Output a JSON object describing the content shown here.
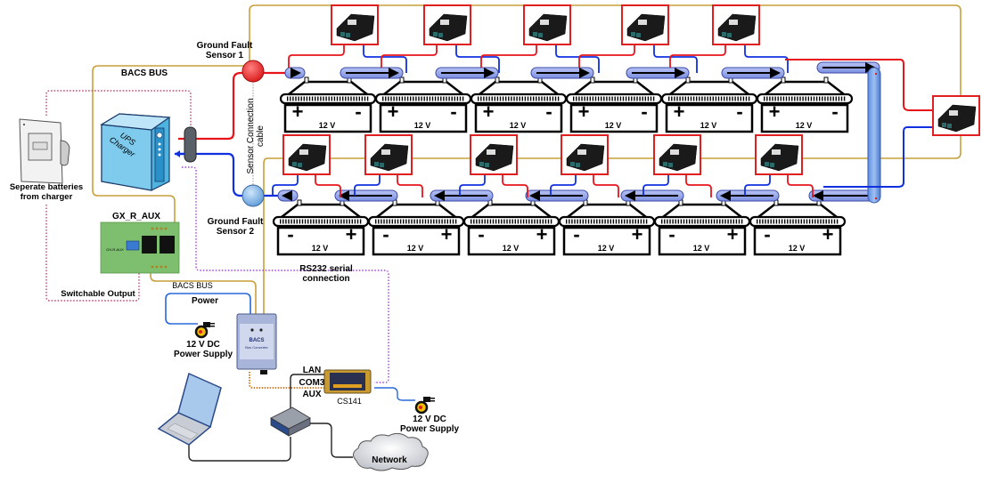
{
  "labels": {
    "gf_sensor_1": "Ground Fault\nSensor 1",
    "gf_sensor_2": "Ground Fault\nSensor 2",
    "bacs_bus_top": "BACS BUS",
    "bacs_bus_bottom": "BACS BUS",
    "sensor_connection_cable": "Sensor Connection\ncable",
    "ups_charger": "UPS\nCharger",
    "separate_batteries": "Seperate batteries\nfrom charger",
    "gx_r_aux": "GX_R_AUX",
    "gx_r_aux_board": "GX-R-AUX",
    "switchable_output": "Switchable Output",
    "power": "Power",
    "power_supply_1": "12 V DC\nPower Supply",
    "power_supply_2": "12 V DC\nPower Supply",
    "bacs_converter": "BACS",
    "bacs_converter_sub": "Bus Converter",
    "rs232": "RS232 serial\nconnection",
    "lan": "LAN",
    "com3": "COM3",
    "aux": "AUX",
    "cs141": "CS141",
    "network": "Network"
  },
  "batteries": {
    "top_row": [
      {
        "voltage": "12 V",
        "left": "+",
        "right": "-"
      },
      {
        "voltage": "12 V",
        "left": "+",
        "right": "-"
      },
      {
        "voltage": "12 V",
        "left": "+",
        "right": "-"
      },
      {
        "voltage": "12 V",
        "left": "+",
        "right": "-"
      },
      {
        "voltage": "12 V",
        "left": "+",
        "right": "-"
      },
      {
        "voltage": "12 V",
        "left": "+",
        "right": "-"
      }
    ],
    "bottom_row": [
      {
        "voltage": "12 V",
        "left": "-",
        "right": "+"
      },
      {
        "voltage": "12 V",
        "left": "-",
        "right": "+"
      },
      {
        "voltage": "12 V",
        "left": "-",
        "right": "+"
      },
      {
        "voltage": "12 V",
        "left": "-",
        "right": "+"
      },
      {
        "voltage": "12 V",
        "left": "-",
        "right": "+"
      },
      {
        "voltage": "12 V",
        "left": "-",
        "right": "+"
      }
    ]
  },
  "modules": {
    "top_count": 5,
    "bottom_count": 6,
    "right_count": 1
  },
  "colors": {
    "positive": "#e8141c",
    "negative": "#1030e0",
    "bus": "#c9a03a",
    "module_frame": "#e02020",
    "ups": "#4fb3e0",
    "board": "#7dbf6f",
    "dotted_pink": "#c04070",
    "dotted_purple": "#a040e0",
    "dotted_orange": "#d08030",
    "cable_link": "#8fa0e8",
    "sensor1": "#e83030",
    "sensor2": "#7eb4e8"
  }
}
